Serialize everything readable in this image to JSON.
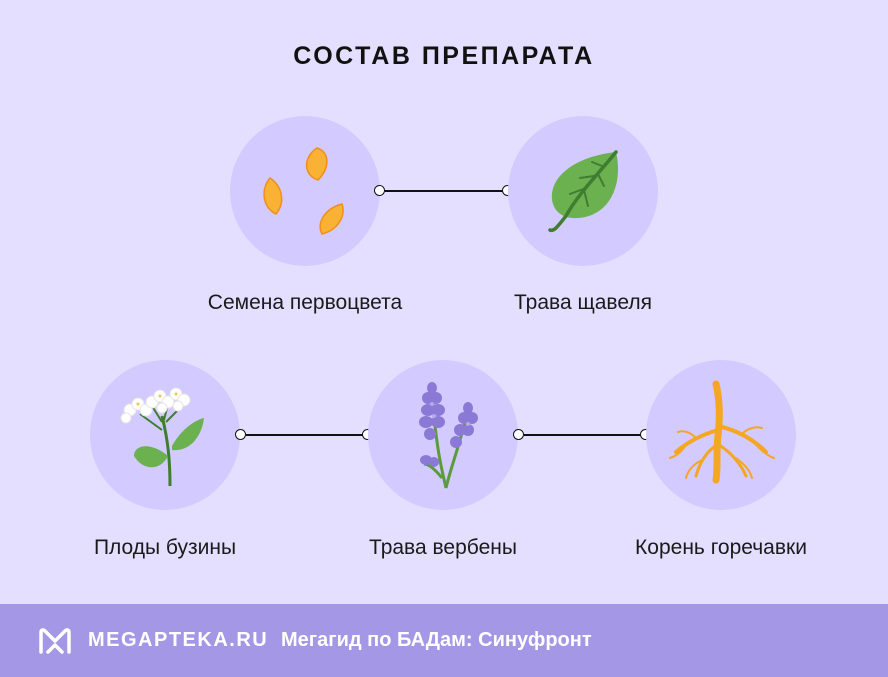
{
  "title": "СОСТАВ ПРЕПАРАТА",
  "ingredients": [
    {
      "label": "Семена первоцвета",
      "icon": "seeds-icon"
    },
    {
      "label": "Трава щавеля",
      "icon": "leaf-icon"
    },
    {
      "label": "Плоды бузины",
      "icon": "elderflower-icon"
    },
    {
      "label": "Трава вербены",
      "icon": "lavender-icon"
    },
    {
      "label": "Корень горечавки",
      "icon": "root-icon"
    }
  ],
  "footer": {
    "brand": "MEGAPTEKA.RU",
    "tagline": "Мегагид по БАДам: Синуфронт"
  },
  "colors": {
    "background": "#e4deff",
    "circle": "#d3caff",
    "footer": "#a497e6"
  }
}
